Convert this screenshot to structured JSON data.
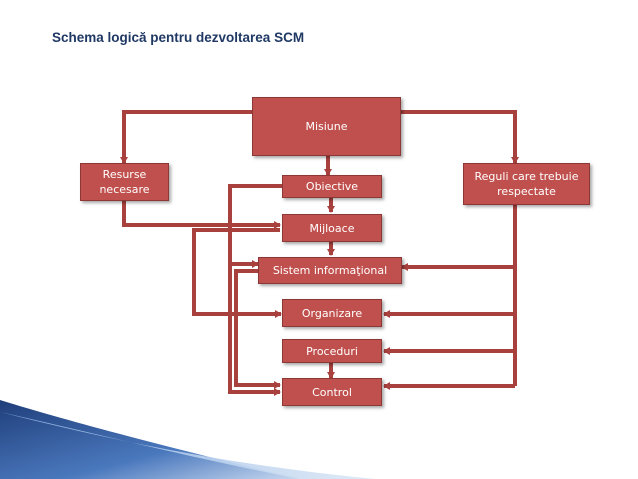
{
  "slide": {
    "title": "Schema logică pentru dezvoltarea SCM"
  },
  "nodes": {
    "misiune": "Misiune",
    "resurse": "Resurse necesare",
    "reguli": "Reguli care trebuie respectate",
    "obiective": "Obiective",
    "mijloace": "Mijloace",
    "sistem": "Sistem informaţional",
    "organizare": "Organizare",
    "proceduri": "Proceduri",
    "control": "Control"
  },
  "colors": {
    "box_fill": "#c0504d",
    "box_border": "#8c3836",
    "connector": "#a8403e",
    "title": "#1f3864",
    "swoosh_dark": "#1f3e7a",
    "swoosh_light": "#8fb4e3"
  }
}
